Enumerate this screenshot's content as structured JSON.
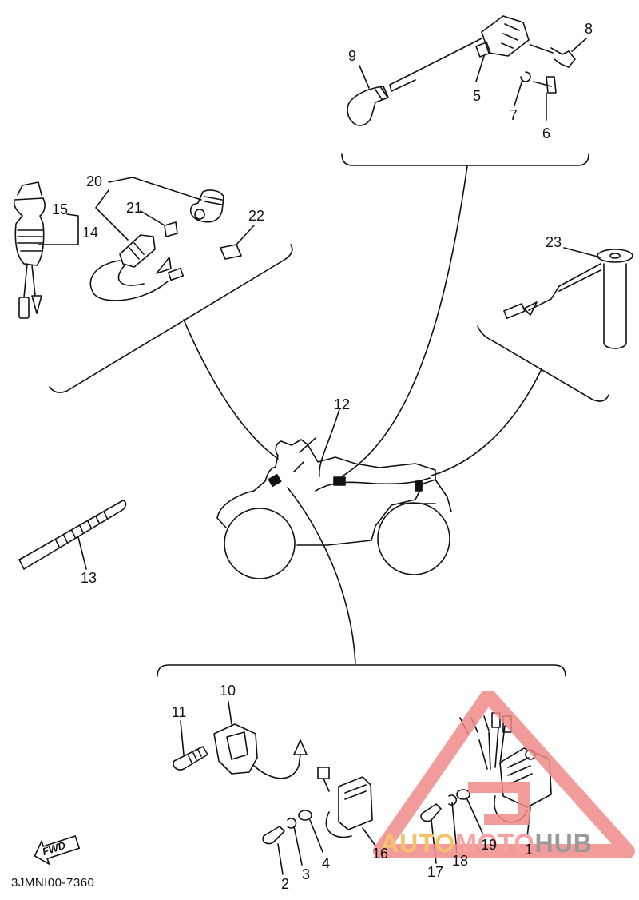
{
  "document_code": "3JMNI00-7360",
  "fwd_label": "FWD",
  "watermark": {
    "part_a": "AUTO",
    "part_b": "MOTO",
    "part_c": "HUB"
  },
  "callouts": {
    "p1": "1",
    "p2": "2",
    "p3": "3",
    "p4": "4",
    "p5": "5",
    "p6": "6",
    "p7": "7",
    "p8": "8",
    "p9": "9",
    "p10": "10",
    "p11": "11",
    "p12": "12",
    "p13": "13",
    "p14": "14",
    "p15": "15",
    "p16": "16",
    "p17": "17",
    "p18": "18",
    "p19": "19",
    "p20": "20",
    "p21": "21",
    "p22": "22",
    "p23": "23"
  },
  "colors": {
    "line": "#111111",
    "watermark_red": "#f08a8a",
    "watermark_yellow": "#f6c36b",
    "watermark_gray": "#9a9a9a"
  }
}
